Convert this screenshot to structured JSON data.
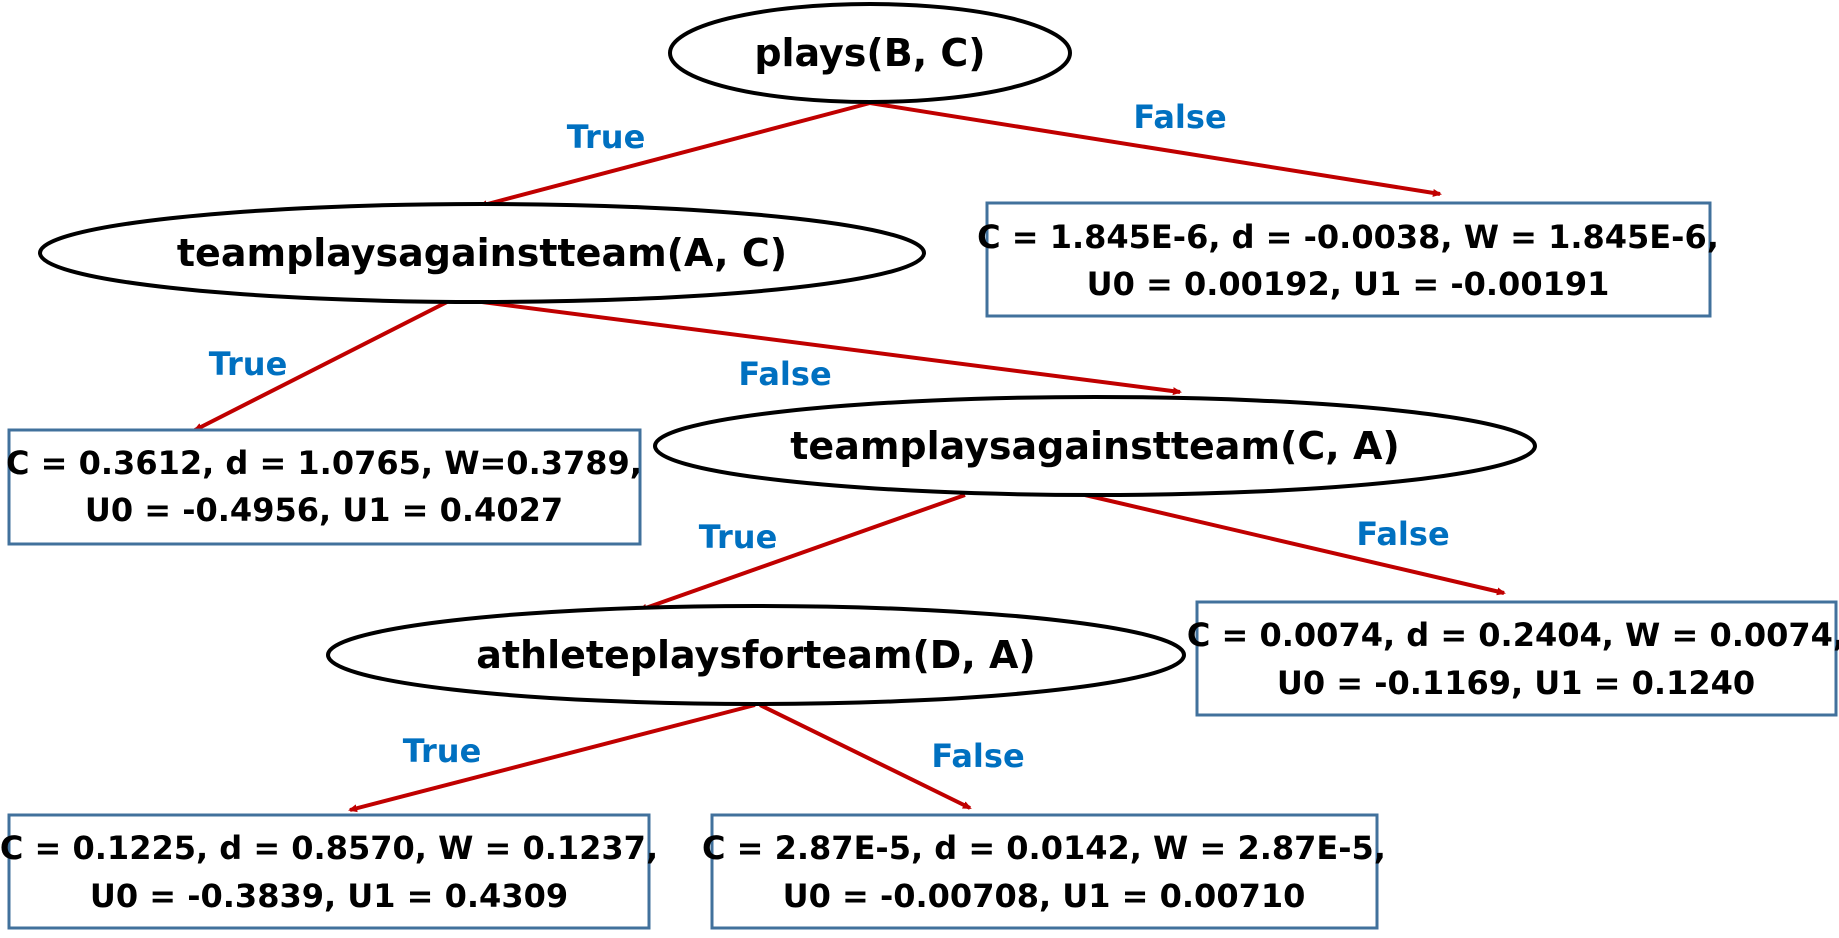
{
  "colors": {
    "edge": "#c00000",
    "edge_label": "#0070c0",
    "leaf_border": "#41719c",
    "node_border": "#000000"
  },
  "nodes": {
    "root": {
      "label": "plays(B, C)"
    },
    "n1": {
      "label": "teamplaysagainstteam(A, C)"
    },
    "n2": {
      "label": "teamplaysagainstteam(C, A)"
    },
    "n3": {
      "label": "athleteplaysforteam(D, A)"
    }
  },
  "leaves": {
    "leaf_root_false": {
      "line1": "C = 1.845E-6, d = -0.0038, W = 1.845E-6,",
      "line2": "U0 = 0.00192, U1 = -0.00191"
    },
    "leaf_n1_true": {
      "line1": "C = 0.3612, d = 1.0765, W=0.3789,",
      "line2": "U0 = -0.4956, U1 = 0.4027"
    },
    "leaf_n2_false": {
      "line1": "C = 0.0074, d = 0.2404, W = 0.0074,",
      "line2": "U0 = -0.1169, U1 = 0.1240"
    },
    "leaf_n3_true": {
      "line1": "C = 0.1225, d = 0.8570, W = 0.1237,",
      "line2": "U0 = -0.3839, U1 = 0.4309"
    },
    "leaf_n3_false": {
      "line1": "C = 2.87E-5, d = 0.0142, W = 2.87E-5,",
      "line2": "U0 = -0.00708, U1 = 0.00710"
    }
  },
  "edges": {
    "root_true": "True",
    "root_false": "False",
    "n1_true": "True",
    "n1_false": "False",
    "n2_true": "True",
    "n2_false": "False",
    "n3_true": "True",
    "n3_false": "False"
  }
}
